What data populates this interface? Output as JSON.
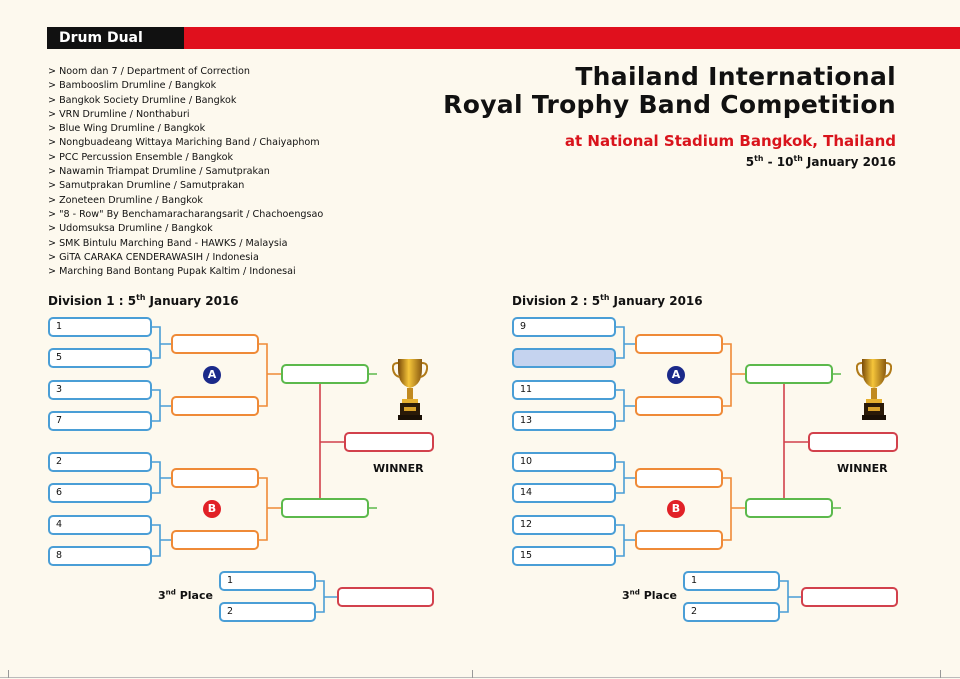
{
  "header": {
    "label": "Drum Dual",
    "accent": "#e0101d"
  },
  "participants": [
    "> Noom dan 7 / Department of Correction",
    "> Bambooslim Drumline / Bangkok",
    "> Bangkok Society Drumline / Bangkok",
    "> VRN Drumline / Nonthaburi",
    "> Blue Wing Drumline / Bangkok",
    "> Nongbuadeang Wittaya Mariching Band / Chaiyaphom",
    "> PCC Percussion Ensemble / Bangkok",
    "> Nawamin Triampat Drumline / Samutprakan",
    "> Samutprakan Drumline / Samutprakan",
    "> Zoneteen Drumline / Bangkok",
    "> \"8 - Row\" By Benchamaracharangsarit / Chachoengsao",
    "> Udomsuksa Drumline / Bangkok",
    "> SMK Bintulu Marching Band - HAWKS / Malaysia",
    "> GiTA CARAKA CENDERAWASIH / Indonesia",
    "> Marching Band Bontang Pupak Kaltim / Indonesai"
  ],
  "title": {
    "line1": "Thailand International",
    "line2": "Royal  Trophy Band Competition",
    "venue": "at National Stadium Bangkok, Thailand",
    "date_start": "5",
    "date_start_sup": "th",
    "date_mid": " - 10",
    "date_end_sup": "th",
    "date_end": " January 2016"
  },
  "divisions": [
    {
      "label": "Division 1 : 5",
      "label_sup": "th",
      "label_end": " January 2016",
      "seeds_a": [
        "1",
        "5",
        "3",
        "7"
      ],
      "seeds_b": [
        "2",
        "6",
        "4",
        "8"
      ],
      "group_a": "A",
      "group_b": "B",
      "winner_label": "WINNER",
      "third_label": "3",
      "third_sup": "nd",
      "third_end": " Place",
      "third_seeds": [
        "1",
        "2"
      ]
    },
    {
      "label": "Division 2 : 5",
      "label_sup": "th",
      "label_end": " January 2016",
      "seeds_a": [
        "9",
        "",
        "11",
        "13"
      ],
      "seeds_b": [
        "10",
        "14",
        "12",
        "15"
      ],
      "group_a": "A",
      "group_b": "B",
      "winner_label": "WINNER",
      "third_label": "3",
      "third_sup": "nd",
      "third_end": " Place",
      "third_seeds": [
        "1",
        "2"
      ]
    }
  ],
  "colors": {
    "seed_border": "#4a9ed6",
    "round2_border": "#ef8a37",
    "semi_border": "#5cb94c",
    "final_border": "#d2414c",
    "empty_seed_fill": "#c5d3ef",
    "group_a": "#1b2a8a",
    "group_b": "#e12127"
  },
  "icons": {
    "trophy": "trophy-icon"
  }
}
